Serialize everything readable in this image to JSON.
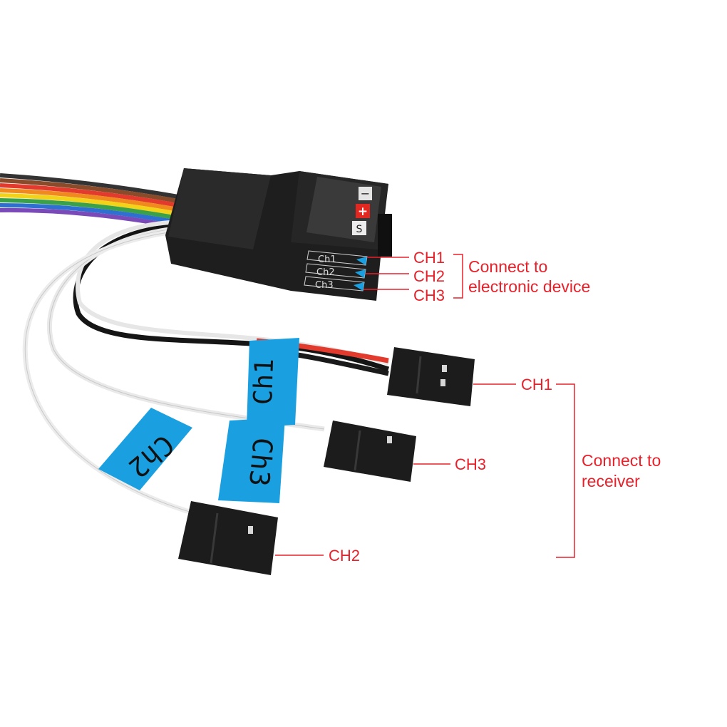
{
  "device": {
    "button_minus": "−",
    "button_plus": "+",
    "button_s": "S",
    "port_labels": [
      "Ch1",
      "Ch2",
      "Ch3"
    ]
  },
  "cable_tags": {
    "ch1": "Ch1",
    "ch2": "Ch2",
    "ch3": "Ch3"
  },
  "callouts": {
    "device_side": {
      "channels": [
        "CH1",
        "CH2",
        "CH3"
      ],
      "line1": "Connect to",
      "line2": "electronic device"
    },
    "receiver_side": {
      "ch1": "CH1",
      "ch3": "CH3",
      "ch2": "CH2",
      "line1": "Connect to",
      "line2": "receiver"
    }
  },
  "colors": {
    "annotation": "#e8202a",
    "tag": "#1aa0e0",
    "device_body": "#1e1e1e"
  }
}
